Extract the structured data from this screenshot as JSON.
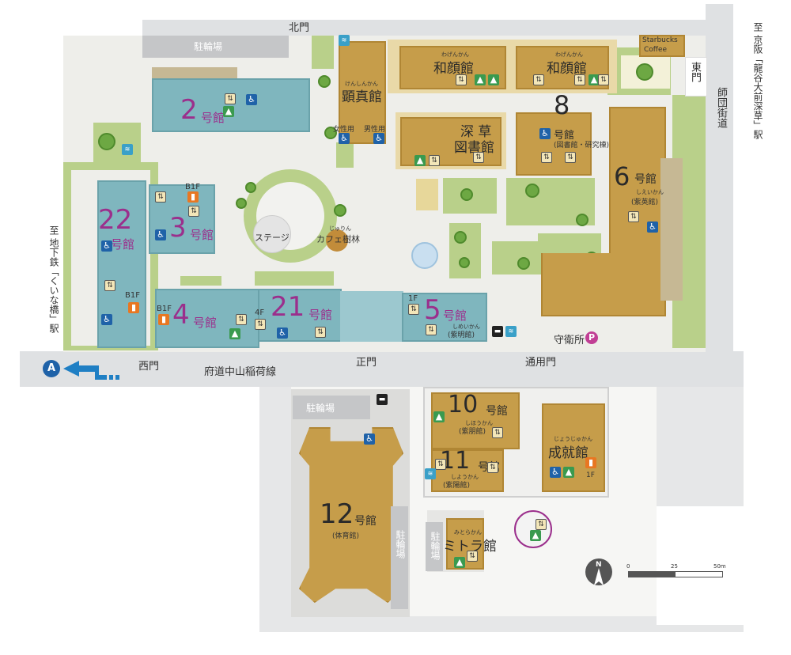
{
  "gates": {
    "north": "北門",
    "east": "東門",
    "west": "西門",
    "main": "正門",
    "service": "通用門",
    "guard": "守衛所"
  },
  "roads": {
    "street_south": "府道中山稲荷線",
    "street_east": "師団街道",
    "to_west_station": "至 地下鉄「くいな橋」駅",
    "to_east_station": "至 京阪「龍谷大前深草」駅"
  },
  "buildings": {
    "b2": {
      "num": "2",
      "suffix": "号館"
    },
    "b3": {
      "num": "3",
      "suffix": "号館",
      "floor": "B1F"
    },
    "b4": {
      "num": "4",
      "suffix": "号館",
      "floor1": "B1F",
      "floor2": "4F"
    },
    "b5": {
      "num": "5",
      "suffix": "号館",
      "ruby": "しめいかん",
      "sub": "(紫明館)",
      "floor": "1F"
    },
    "b6": {
      "num": "6",
      "suffix": "号館",
      "ruby": "しえいかん",
      "sub": "(紫英館)"
    },
    "b8": {
      "num": "8",
      "suffix": "号館",
      "sub": "(図書館・研究棟)"
    },
    "b10": {
      "num": "10",
      "suffix": "号館",
      "ruby": "しほうかん",
      "sub": "(紫朋館)"
    },
    "b11": {
      "num": "11",
      "suffix": "号館",
      "ruby": "しようかん",
      "sub": "(紫陽館)"
    },
    "b12": {
      "num": "12",
      "suffix": "号館",
      "sub": "(体育館)"
    },
    "b21": {
      "num": "21",
      "suffix": "号館"
    },
    "b22": {
      "num": "22",
      "suffix": "号館",
      "floor": "B1F"
    },
    "wagen1": {
      "name": "和顔館",
      "ruby": "わげんかん"
    },
    "wagen2": {
      "name": "和顔館",
      "ruby": "わげんかん"
    },
    "kenshin": {
      "name": "顕真館",
      "ruby": "けんしんかん"
    },
    "library": {
      "line1": "深 草",
      "line2": "図書館"
    },
    "joju": {
      "name": "成就館",
      "ruby": "じょうじゅかん",
      "floor": "1F"
    },
    "mitora": {
      "name": "ミトラ館",
      "ruby": "みとらかん"
    },
    "starbucks": {
      "line1": "Starbucks",
      "line2": "Coffee"
    }
  },
  "places": {
    "bicycle1": "駐輪場",
    "bicycle2": "駐輪場",
    "bicycle3": "駐輪場",
    "bicycle4": "駐輪場",
    "stage": "ステージ",
    "cafe": "カフェ樹林",
    "cafe_ruby": "じゅりん",
    "women": "女性用",
    "men": "男性用"
  },
  "markers": {
    "a": "A",
    "parking": "P",
    "north_arrow": "N"
  },
  "scale": {
    "label0": "0",
    "label25": "25",
    "label50": "50m"
  },
  "colors": {
    "building": "#c69d4a",
    "teal_building": "#7fb6be",
    "lawn": "#b9d08a",
    "road": "#dfe1e3",
    "accent_purple": "#9b2f8c",
    "blue_arrow": "#1f7fc4"
  }
}
